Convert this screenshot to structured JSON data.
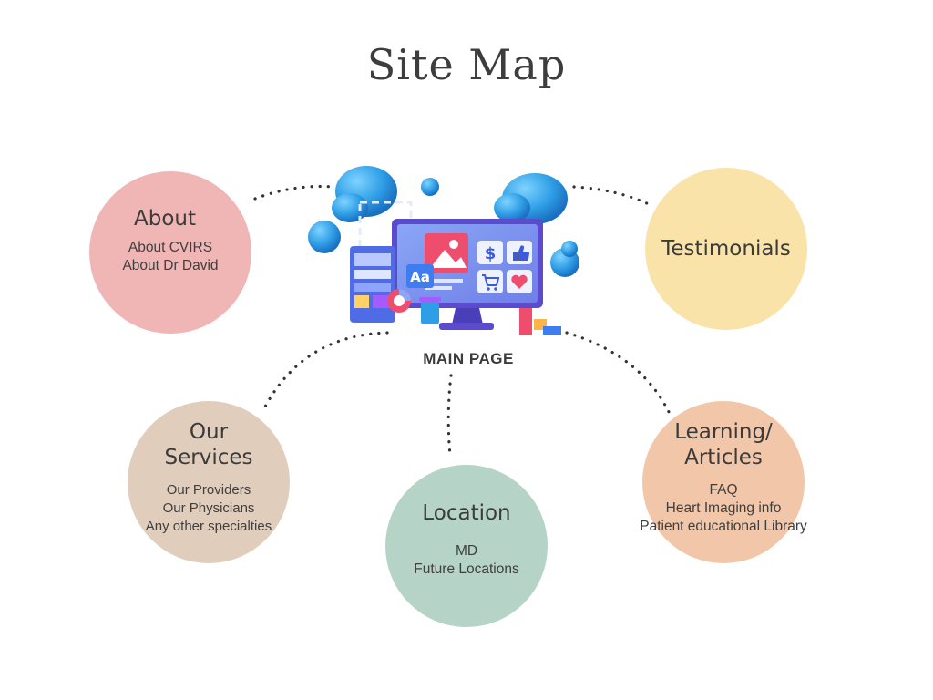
{
  "title": "Site Map",
  "main_page": {
    "label": "MAIN PAGE"
  },
  "nodes": {
    "about": {
      "title": "About",
      "items": [
        "About CVIRS",
        "About Dr David"
      ],
      "color": "#f0b5b5"
    },
    "testimonials": {
      "title": "Testimonials",
      "items": [],
      "color": "#f9e3a8"
    },
    "services": {
      "title": "Our\nServices",
      "items": [
        "Our Providers",
        "Our Physicians",
        "Any other specialties"
      ],
      "color": "#e0cdbb"
    },
    "location": {
      "title": "Location",
      "items": [
        "MD",
        "Future Locations"
      ],
      "color": "#b5d3c6"
    },
    "learning": {
      "title": "Learning/\nArticles",
      "items": [
        "FAQ",
        "Heart Imaging info",
        "Patient educational Library"
      ],
      "color": "#f2c6a8"
    }
  },
  "icons": [
    "monitor-icon",
    "cloud-icon",
    "image-icon",
    "dollar-icon",
    "thumbs-up-icon",
    "cart-icon",
    "heart-icon",
    "font-icon",
    "chart-icon"
  ]
}
